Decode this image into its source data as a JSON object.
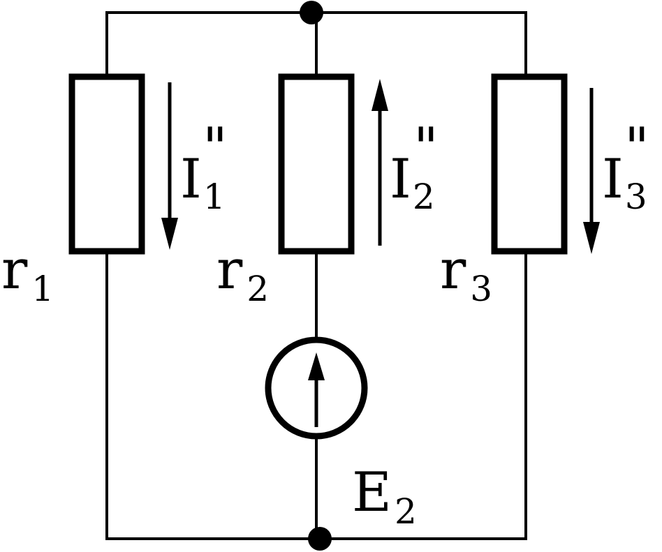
{
  "resistors": [
    {
      "label": "r",
      "sub": "1"
    },
    {
      "label": "r",
      "sub": "2"
    },
    {
      "label": "r",
      "sub": "3"
    }
  ],
  "currents": [
    {
      "label": "I",
      "sub": "1",
      "prime": "\"",
      "direction": "down"
    },
    {
      "label": "I",
      "sub": "2",
      "prime": "\"",
      "direction": "up"
    },
    {
      "label": "I",
      "sub": "3",
      "prime": "\"",
      "direction": "down"
    }
  ],
  "source": {
    "label": "E",
    "sub": "2",
    "direction": "up"
  },
  "colors": {
    "line": "#000000",
    "background": "#ffffff"
  }
}
